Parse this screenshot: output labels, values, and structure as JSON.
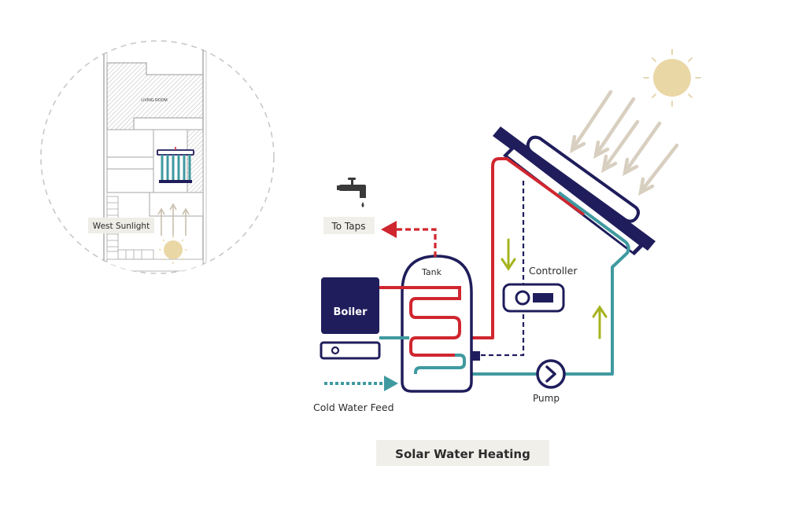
{
  "colors": {
    "navy": "#1f1d5b",
    "red": "#d0262f",
    "teal": "#3f9aa0",
    "olive": "#a6b41f",
    "sun": "#e8dcc3",
    "sun_ray": "#dccdb0",
    "arrow_beige": "#d8cfc0",
    "label_bg": "#f1efea",
    "sketch_grey": "#9a9a9a"
  },
  "inset": {
    "west_sunlight_label": "West Sunlight",
    "plan_text": "LIVING ROOM"
  },
  "labels": {
    "to_taps": "To Taps",
    "tank": "Tank",
    "boiler": "Boiler",
    "controller": "Controller",
    "pump": "Pump",
    "cold_water_feed": "Cold Water Feed",
    "caption": "Solar Water Heating"
  },
  "icons": {
    "tap": "tap-icon",
    "sun": "sun-icon",
    "pump": "pump-chevron-icon",
    "solar_panel": "solar-collector-icon"
  }
}
